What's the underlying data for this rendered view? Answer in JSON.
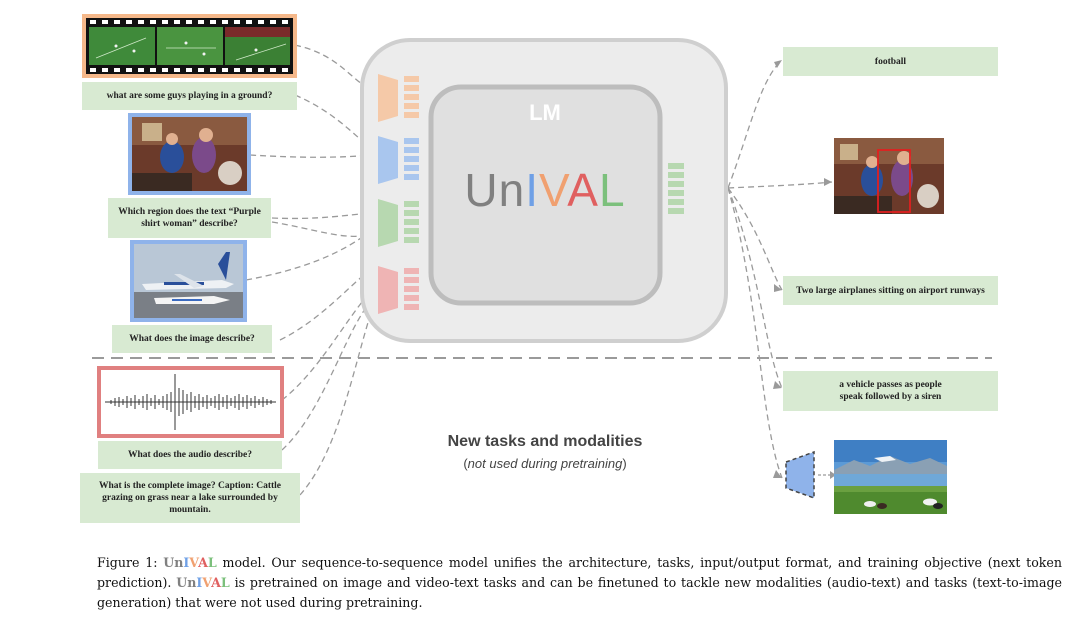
{
  "lm_label": "LM",
  "logo": {
    "parts": [
      {
        "text": "Un",
        "color": "#808080"
      },
      {
        "text": "I",
        "color": "#6fa0e6"
      },
      {
        "text": "V",
        "color": "#f0a070"
      },
      {
        "text": "A",
        "color": "#e06060"
      },
      {
        "text": "L",
        "color": "#7cc07c"
      }
    ]
  },
  "encoder_colors": [
    "#f5c9a8",
    "#a9c6ee",
    "#b7d8b0",
    "#efb4b4"
  ],
  "inputs": [
    {
      "caption": "what are some guys playing in a ground?",
      "frame_color": "#f5b88a",
      "icon": "video-frames-icon"
    },
    {
      "caption": "Which region does the text “Purple\nshirt woman” describe?",
      "frame_color": "#8fb3ea",
      "icon": "photo-people-icon"
    },
    {
      "caption": "What does the image describe?",
      "frame_color": "#8fb3ea",
      "icon": "photo-airplanes-icon"
    },
    {
      "caption": "What does the audio describe?",
      "frame_color": "#e08080",
      "icon": "audio-waveform-icon"
    },
    {
      "caption": "What is the complete image? Caption: Cattle\ngrazing on grass near a lake surrounded by\nmountain.",
      "frame_color": "",
      "icon": ""
    }
  ],
  "outputs": [
    {
      "text": "football"
    },
    {
      "text": "",
      "icon": "grounded-region-photo-icon"
    },
    {
      "text": "Two large airplanes  sitting on airport runways"
    },
    {
      "text": "a vehicle passes as people\nspeak followed by a siren"
    },
    {
      "text": "",
      "icon": "generated-landscape-icon"
    }
  ],
  "new_tasks": {
    "title": "New tasks and modalities",
    "subtitle_open": "(",
    "subtitle_italic": "not used during pretraining",
    "subtitle_close": ")"
  },
  "caption": {
    "fig_label": "Figure 1:",
    "logo_word": "UnIVAL",
    "part1": " model. Our sequence-to-sequence model unifies the architecture, tasks, input/output format, and training objective (next token prediction). ",
    "part2": " is pretrained on image and video-text tasks and can be finetuned to tackle new modalities (audio-text) and tasks (text-to-image generation) that were not used during pretraining."
  }
}
